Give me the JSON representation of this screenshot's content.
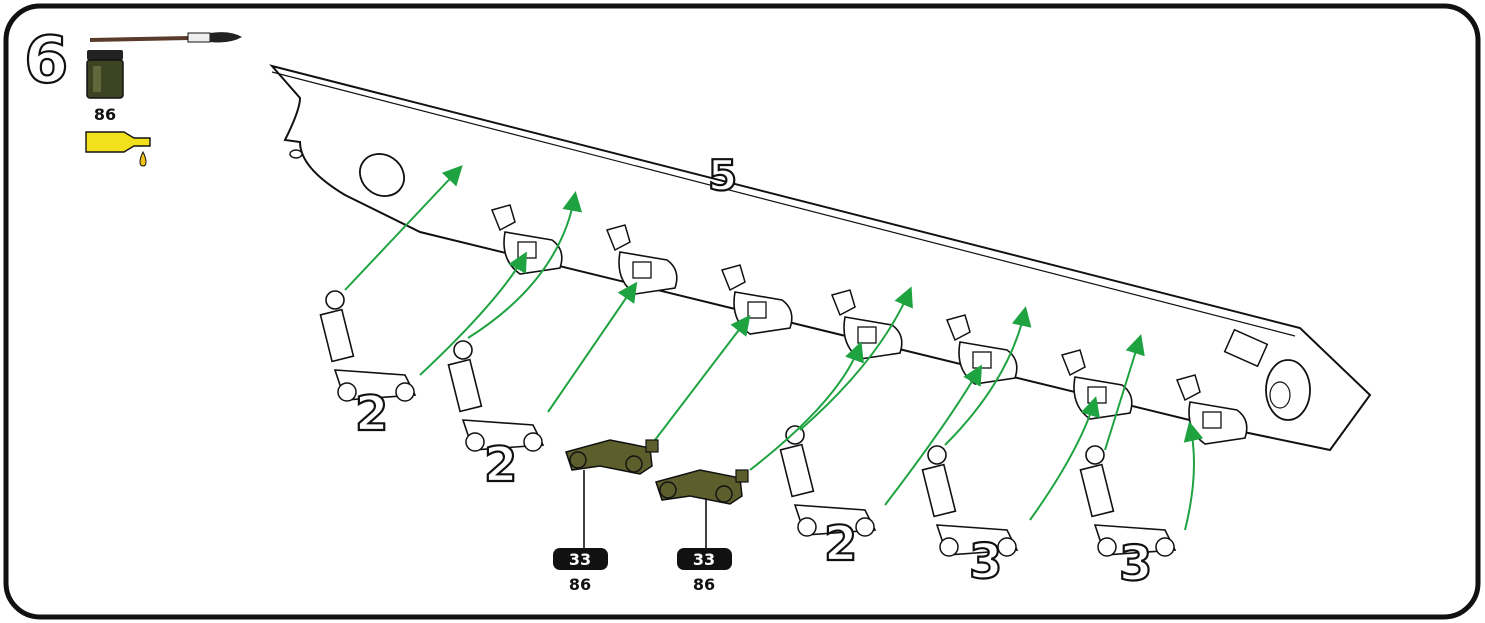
{
  "step": {
    "number": "6"
  },
  "paint": {
    "code": "86",
    "color": "#3d4423",
    "brush_color": "#5a3a2a"
  },
  "glue": {
    "color": "#f2e01c"
  },
  "hull": {
    "part_number": "5"
  },
  "arrow_color": "#1fa341",
  "part_color": "#5c5f2c",
  "assemblies": [
    {
      "quantity": "2"
    },
    {
      "quantity": "2"
    },
    {
      "quantity": "2"
    },
    {
      "quantity": "3"
    },
    {
      "quantity": "3"
    }
  ],
  "arms": [
    {
      "part": "33",
      "paint": "86"
    },
    {
      "part": "33",
      "paint": "86"
    }
  ]
}
